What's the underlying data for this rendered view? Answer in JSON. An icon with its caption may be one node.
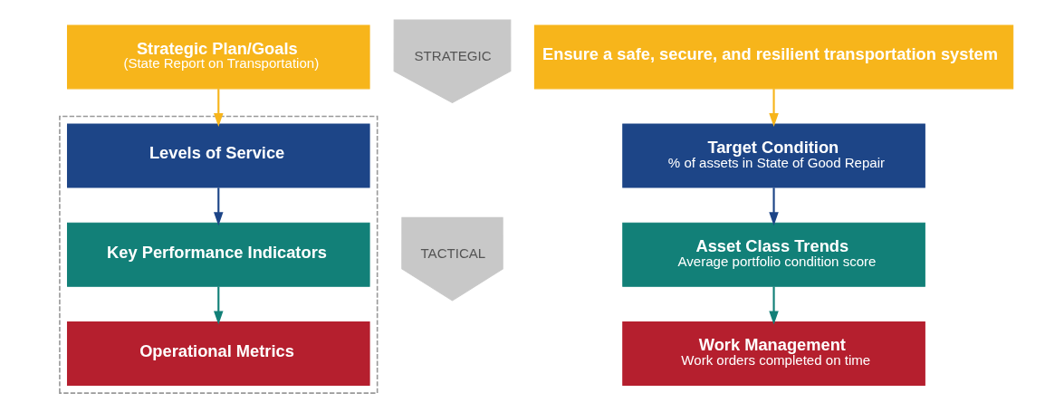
{
  "diagram": {
    "nodes": [
      {
        "text": [
          "Strategic Plan/Goals",
          "(State Report on Transportation)"
        ]
      },
      {
        "text": [],
        "shape": "box"
      },
      {
        "text": [
          "Levels of Service"
        ],
        "in": 1
      },
      {
        "text": [
          "Key Performance Indicators"
        ],
        "in": 1
      },
      {
        "text": [
          "Operational Metrics"
        ],
        "in": 1
      },
      {
        "text": [
          "STRATEGIC"
        ]
      },
      {
        "text": [
          "TACTICAL"
        ]
      },
      {
        "text": [
          "Ensure a safe, secure, and resilient transportation system"
        ]
      },
      {
        "text": [
          "Target Condition",
          "% of assets in State of Good Repair"
        ]
      },
      {
        "text": [
          "Asset Class Trends",
          "Average portfolio condition score"
        ]
      },
      {
        "text": [
          "Work Management",
          "Work orders completed on time"
        ]
      }
    ],
    "edges": [
      {
        "from": 0,
        "to": 2,
        "arrow": "to",
        "color": "#f7b51b"
      },
      {
        "from": 2,
        "to": 3,
        "arrow": "to",
        "color": "#1d4587"
      },
      {
        "from": 3,
        "to": 4,
        "arrow": "to",
        "color": "#128078"
      },
      {
        "from": 7,
        "to": 8,
        "arrow": "to",
        "color": "#f7b51b"
      },
      {
        "from": 8,
        "to": 9,
        "arrow": "to",
        "color": "#1d4587"
      },
      {
        "from": 9,
        "to": 10,
        "arrow": "to",
        "color": "#128078"
      }
    ]
  }
}
